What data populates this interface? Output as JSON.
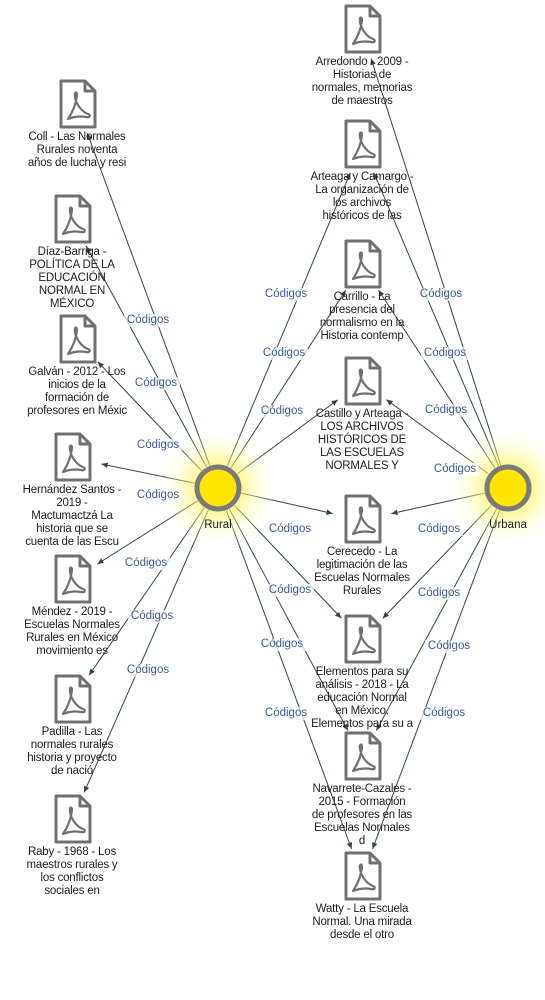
{
  "hubs": [
    {
      "id": "rural",
      "label": "Rural"
    },
    {
      "id": "urbana",
      "label": "Urbana"
    }
  ],
  "edge_label": "Códigos",
  "documents": [
    {
      "id": "coll",
      "label": "Coll - Las Normales Rurales noventa años de lucha y resi",
      "lines": [
        "Coll - Las Normales",
        "Rurales noventa",
        "años de lucha y resi"
      ]
    },
    {
      "id": "diaz",
      "label": "Díaz-Barriga - POLÍTICA DE LA EDUCACIÓN NORMAL EN MÉXICO",
      "lines": [
        "Díaz-Barriga -",
        "POLÍTICA DE LA",
        "EDUCACIÓN",
        "NORMAL EN",
        "MÉXICO"
      ]
    },
    {
      "id": "galvan",
      "label": "Galván - 2012 - Los inicios de la formación de profesores en Méxic",
      "lines": [
        "Galván - 2012 - Los",
        "inicios de la",
        "formación de",
        "profesores en Méxic"
      ]
    },
    {
      "id": "hernandez",
      "label": "Hernández Santos - 2019 - Mactumactzá La historia que se cuenta de las Escu",
      "lines": [
        "Hernández Santos -",
        "2019 -",
        "Mactumactzá La",
        "historia que se",
        "cuenta de las Escu"
      ]
    },
    {
      "id": "mendez",
      "label": "Méndez - 2019 - Escuelas Normales Rurales en México movimiento es",
      "lines": [
        "Méndez - 2019 -",
        "Escuelas Normales",
        "Rurales en México",
        "movimiento es"
      ]
    },
    {
      "id": "padilla",
      "label": "Padilla - Las normales rurales historia y proyecto de nació",
      "lines": [
        "Padilla - Las",
        "normales rurales",
        "historia y proyecto",
        "de nació"
      ]
    },
    {
      "id": "raby",
      "label": "Raby - 1968 - Los maestros rurales y los conflictos sociales en",
      "lines": [
        "Raby - 1968 - Los",
        "maestros rurales y",
        "los conflictos",
        "sociales en"
      ]
    },
    {
      "id": "arredondo",
      "label": "Arredondo - 2009 - Historias de normales, memorias de maestros",
      "lines": [
        "Arredondo - 2009 -",
        "Historias de",
        "normales, memorias",
        "de maestros"
      ]
    },
    {
      "id": "arteaga",
      "label": "Arteaga y Camargo - La organización de los archivos históricos de las",
      "lines": [
        "Arteaga y Camargo -",
        "La organización de",
        "los archivos",
        "históricos de las"
      ]
    },
    {
      "id": "carrillo",
      "label": "Carrillo - La presencia del normalismo en la Historia contemp",
      "lines": [
        "Carrillo - La",
        "presencia del",
        "normalismo en la",
        "Historia contemp"
      ]
    },
    {
      "id": "castillo",
      "label": "Castillo y Arteaga - LOS ARCHIVOS HISTÓRICOS DE LAS ESCUELAS NORMALES Y",
      "lines": [
        "Castillo y Arteaga -",
        "LOS ARCHIVOS",
        "HISTÓRICOS DE",
        "LAS ESCUELAS",
        "NORMALES Y"
      ]
    },
    {
      "id": "cerecedo",
      "label": "Cerecedo - La legitimación de las Escuelas Normales Rurales",
      "lines": [
        "Cerecedo - La",
        "legitimación de las",
        "Escuelas Normales",
        "Rurales"
      ]
    },
    {
      "id": "elementos",
      "label": "Elementos para su análisis - 2018 - La educación Normal en México. Elementos para su a",
      "lines": [
        "Elementos para su",
        "análisis - 2018 - La",
        "educación Normal",
        "en México.",
        "Elementos para su a"
      ]
    },
    {
      "id": "navarrete",
      "label": "Navarrete-Cazales - 2015 - Formación de profesores en las Escuelas Normales d",
      "lines": [
        "Navarrete-Cazales -",
        "2015 - Formación",
        "de profesores en las",
        "Escuelas Normales",
        "d"
      ]
    },
    {
      "id": "watty",
      "label": "Watty - La Escuela Normal. Una mirada desde el otro",
      "lines": [
        "Watty - La Escuela",
        "Normal. Una mirada",
        "desde el otro"
      ]
    }
  ],
  "edges": [
    {
      "from": "rural",
      "to": "coll"
    },
    {
      "from": "rural",
      "to": "diaz"
    },
    {
      "from": "rural",
      "to": "galvan"
    },
    {
      "from": "rural",
      "to": "hernandez"
    },
    {
      "from": "rural",
      "to": "mendez"
    },
    {
      "from": "rural",
      "to": "padilla"
    },
    {
      "from": "rural",
      "to": "raby"
    },
    {
      "from": "rural",
      "to": "arteaga"
    },
    {
      "from": "rural",
      "to": "carrillo"
    },
    {
      "from": "rural",
      "to": "castillo"
    },
    {
      "from": "rural",
      "to": "cerecedo"
    },
    {
      "from": "rural",
      "to": "elementos"
    },
    {
      "from": "rural",
      "to": "navarrete"
    },
    {
      "from": "rural",
      "to": "watty"
    },
    {
      "from": "urbana",
      "to": "arredondo"
    },
    {
      "from": "urbana",
      "to": "arteaga"
    },
    {
      "from": "urbana",
      "to": "carrillo"
    },
    {
      "from": "urbana",
      "to": "castillo"
    },
    {
      "from": "urbana",
      "to": "cerecedo"
    },
    {
      "from": "urbana",
      "to": "elementos"
    },
    {
      "from": "urbana",
      "to": "navarrete"
    },
    {
      "from": "urbana",
      "to": "watty"
    }
  ]
}
